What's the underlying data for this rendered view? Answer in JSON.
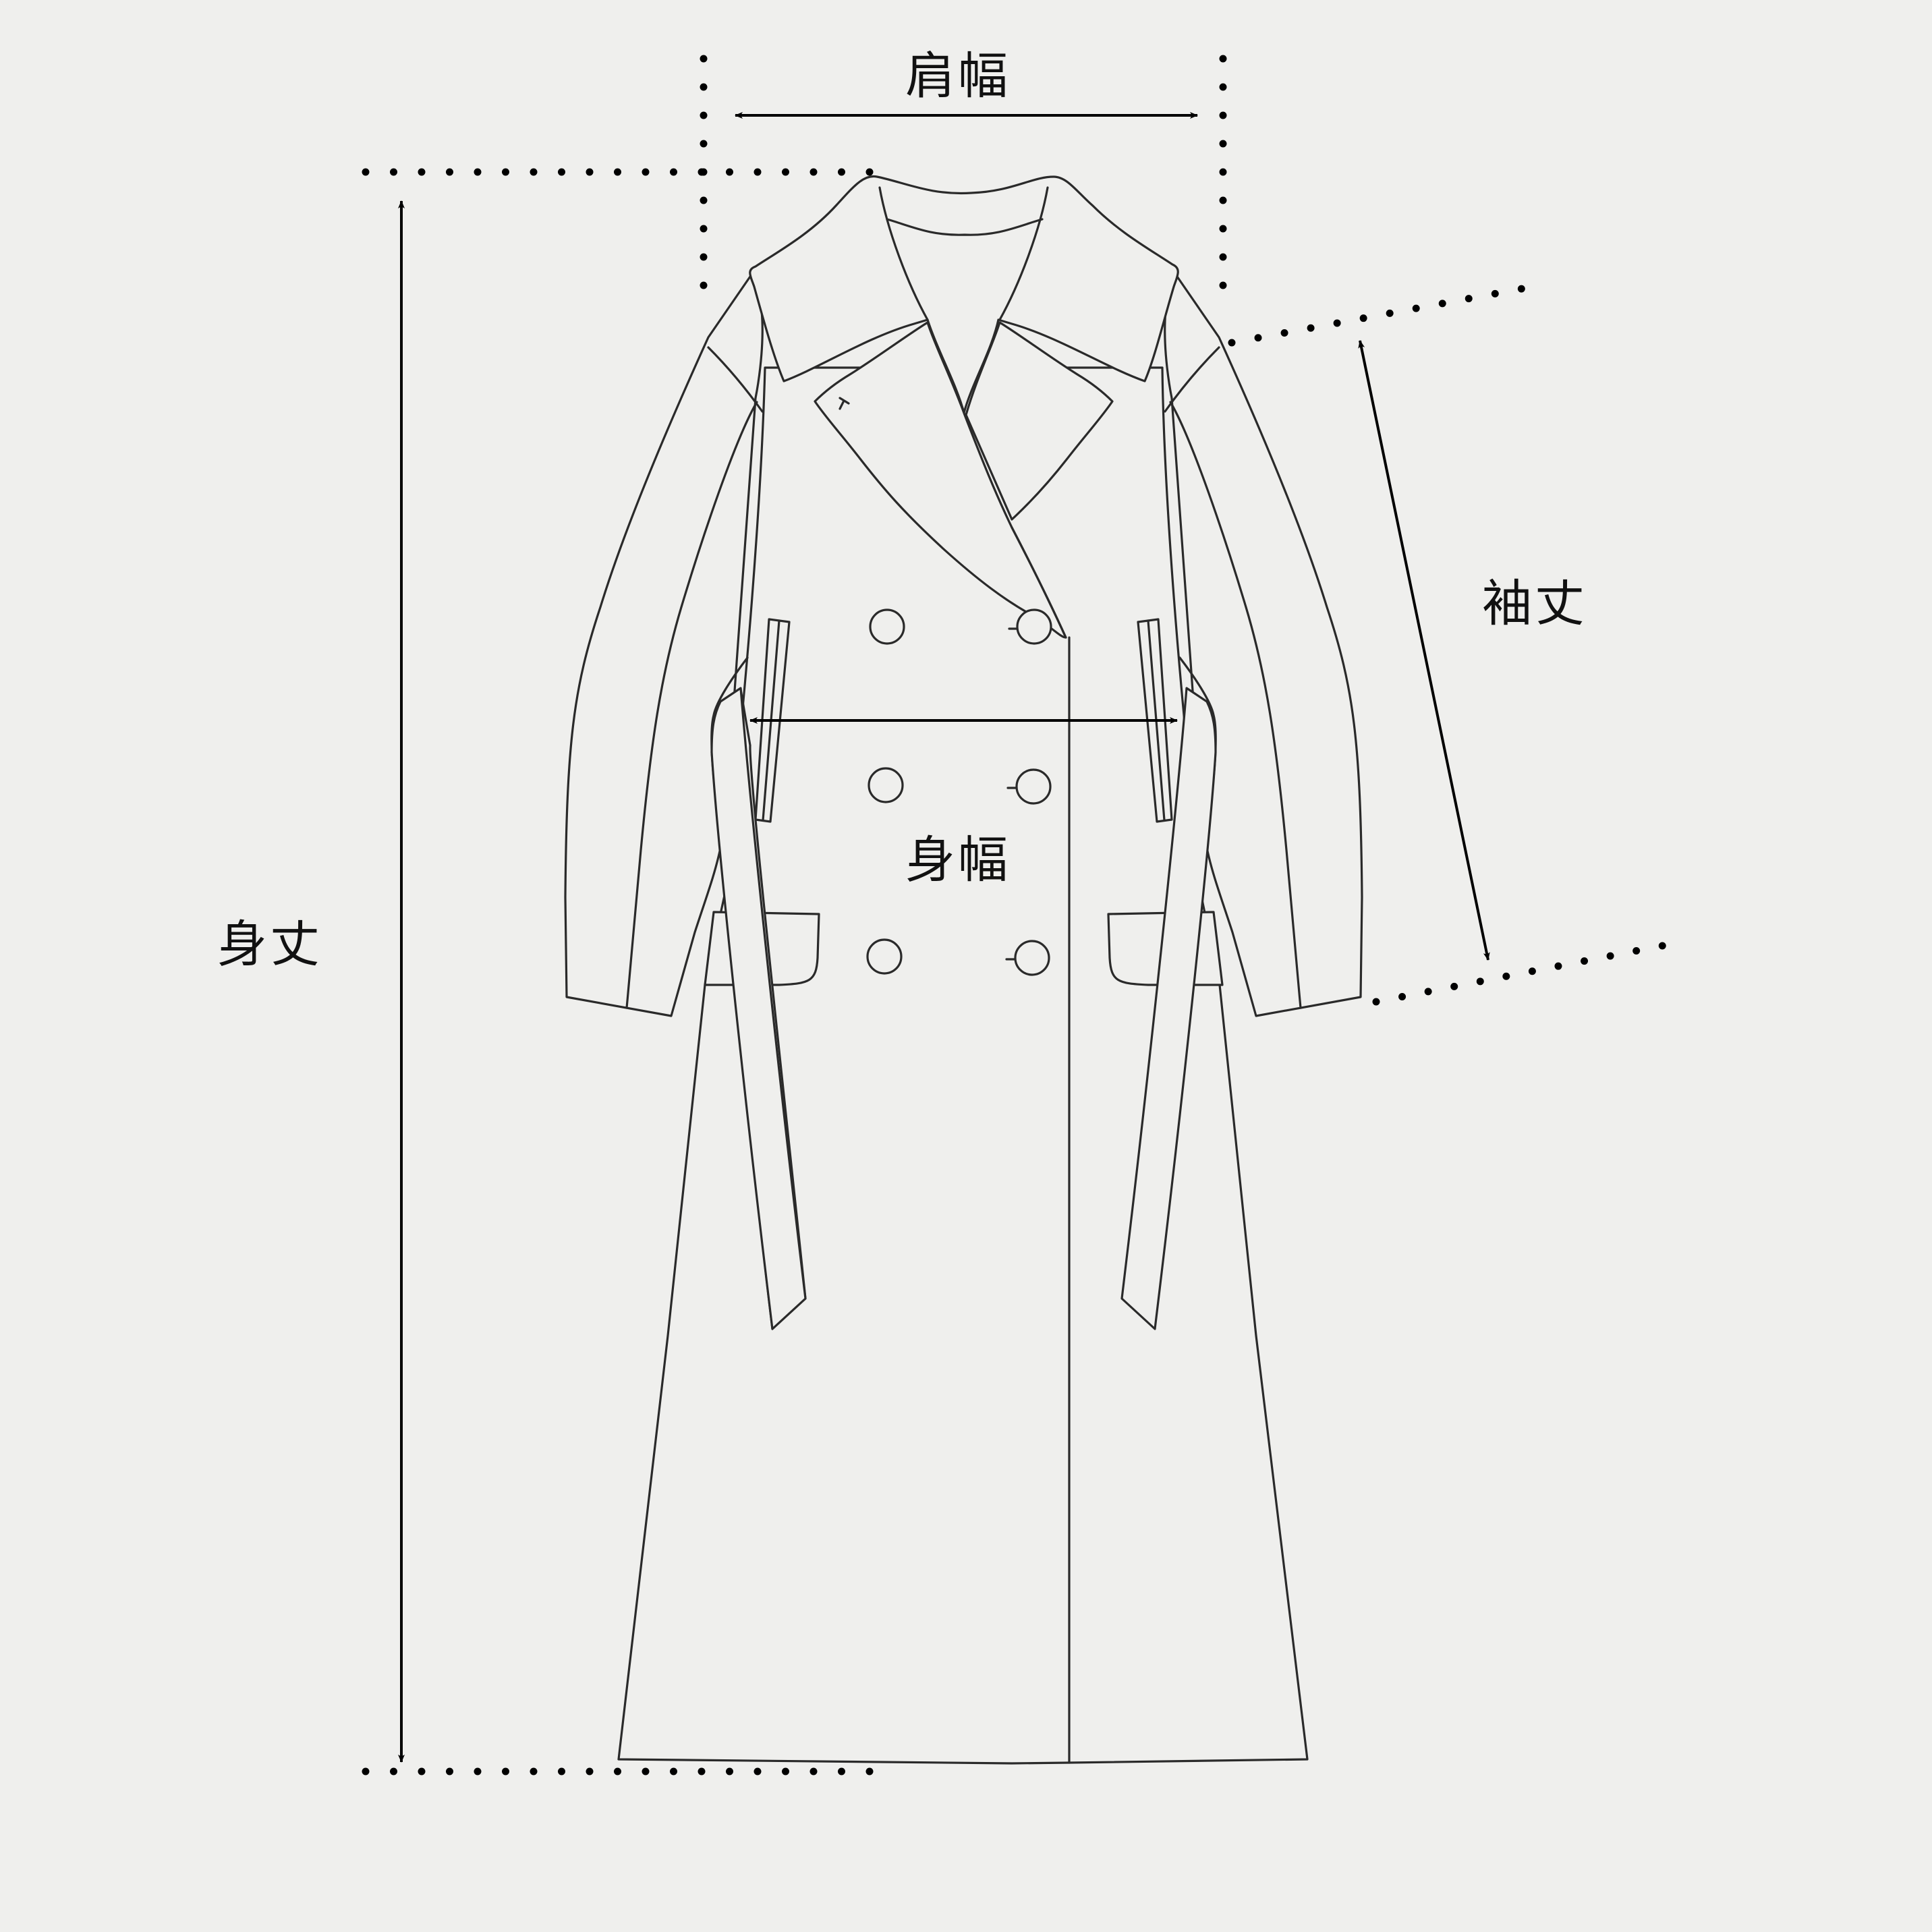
{
  "diagram": {
    "title": "",
    "measurements": [
      {
        "key": "shoulder",
        "label": "肩幅"
      },
      {
        "key": "body_width",
        "label": "身幅"
      },
      {
        "key": "sleeve",
        "label": "袖丈"
      },
      {
        "key": "length",
        "label": "身丈"
      }
    ],
    "colors": {
      "background": "#efefed",
      "lines": "#2a2a2a",
      "dimensions": "#000000"
    }
  }
}
